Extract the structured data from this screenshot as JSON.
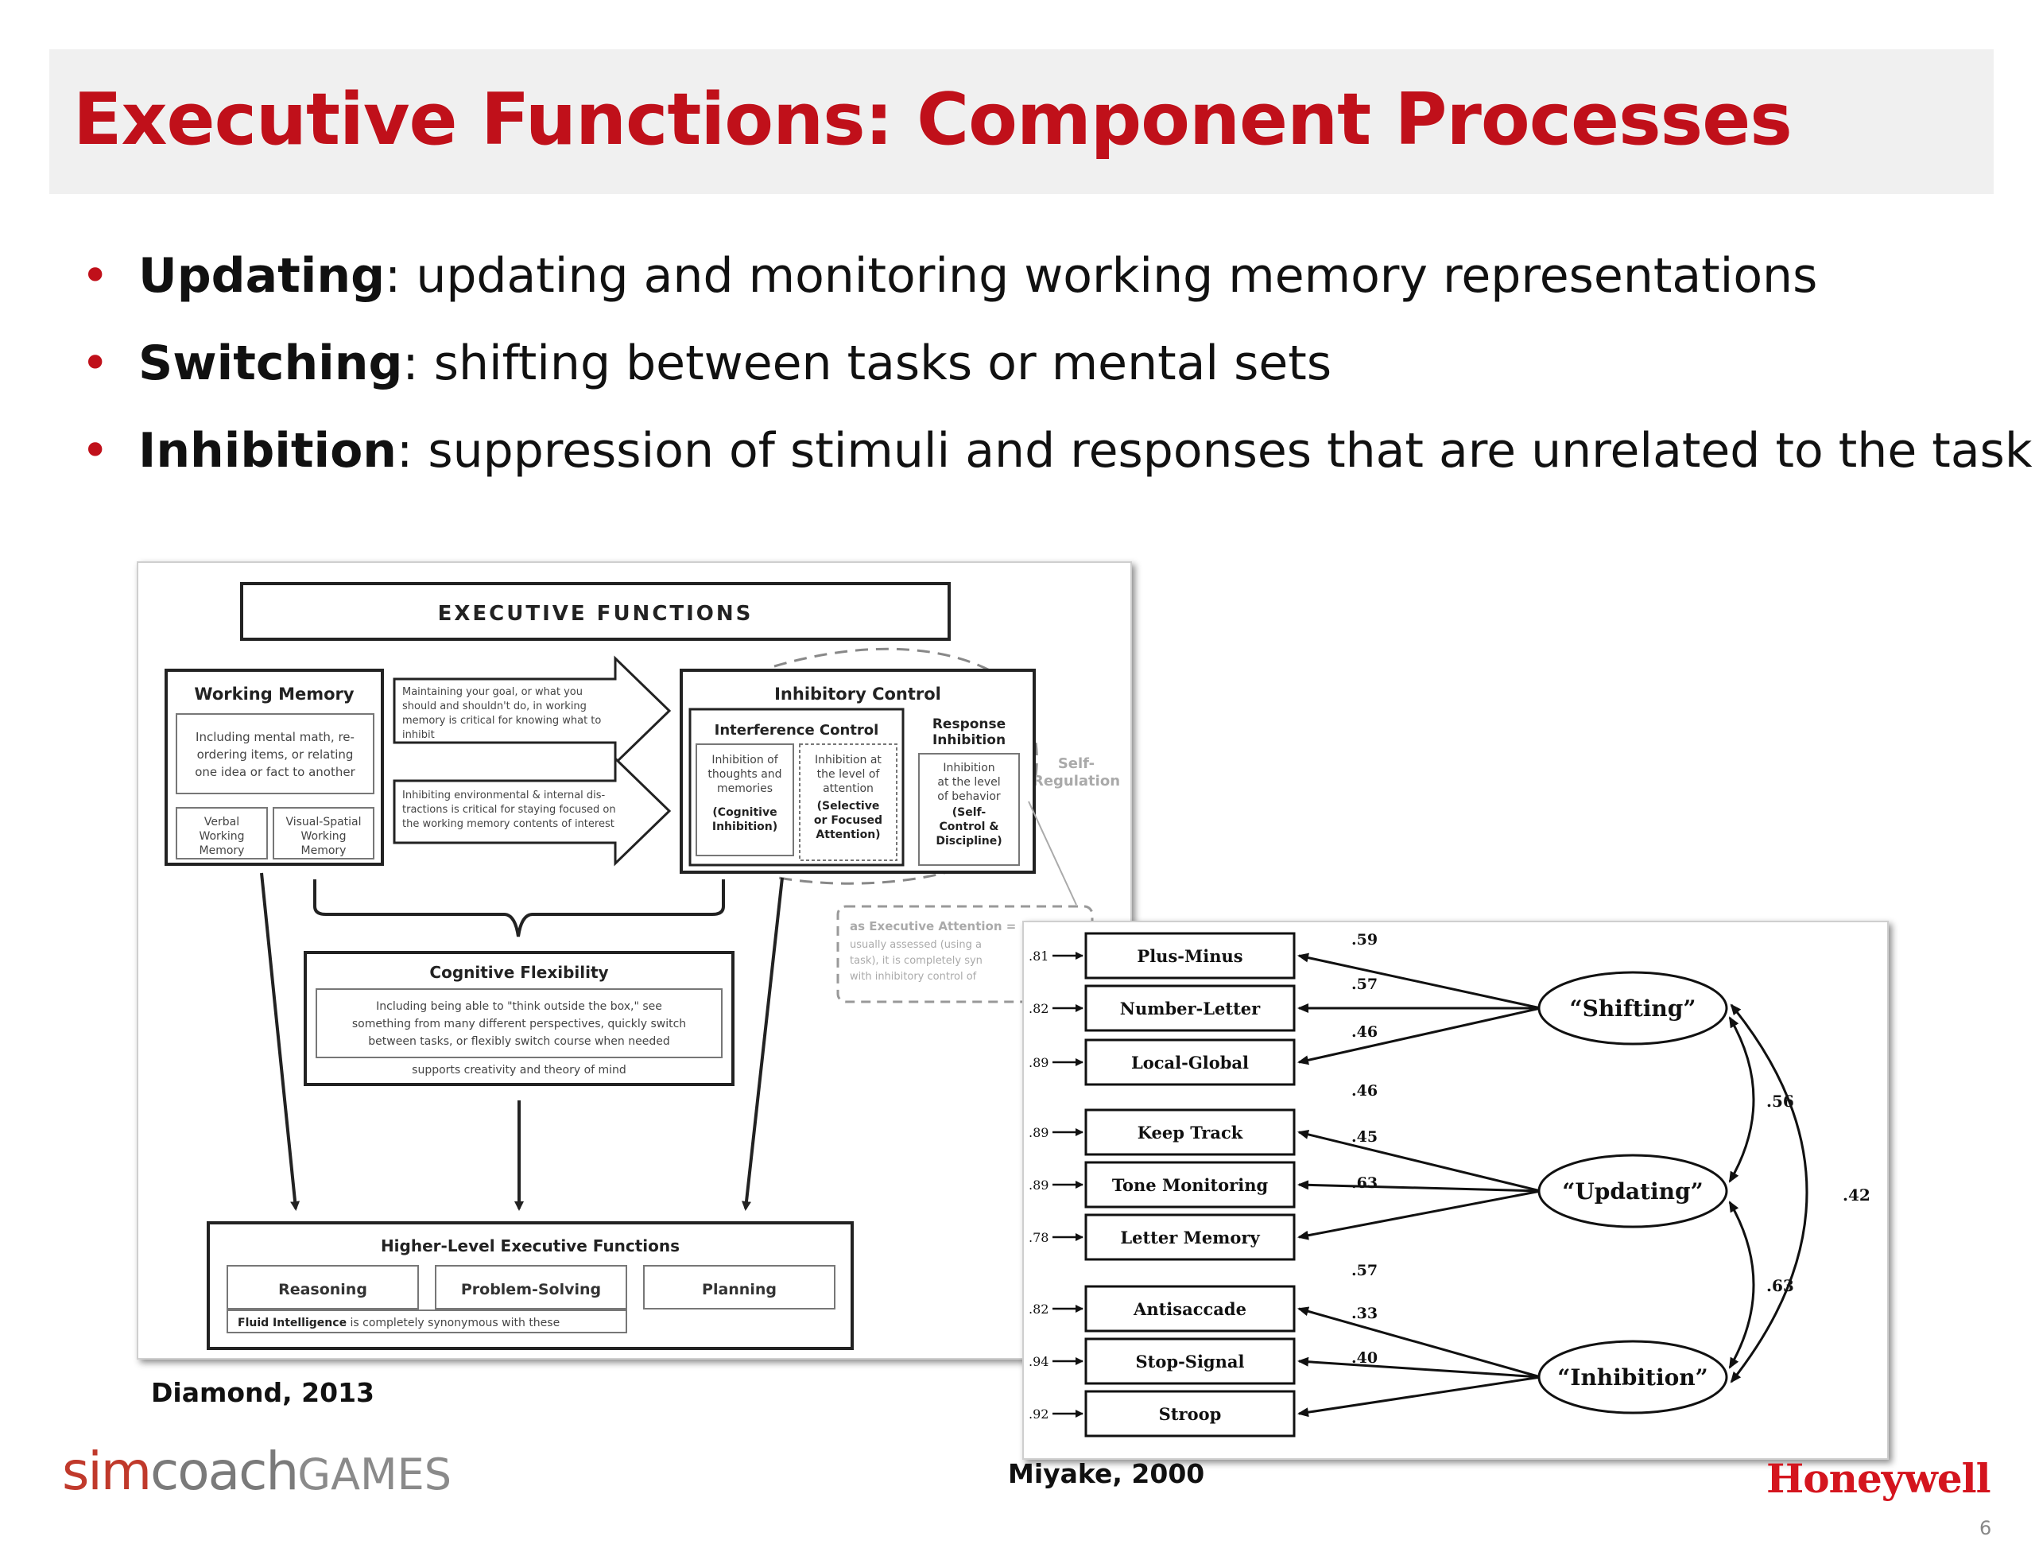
{
  "slide": {
    "title": "Executive Functions: Component Processes",
    "bullets": [
      {
        "term": "Updating",
        "text": ": updating and monitoring working memory representations"
      },
      {
        "term": "Switching",
        "text": ": shifting between tasks or mental sets"
      },
      {
        "term": "Inhibition",
        "text": ": suppression of stimuli and responses that are unrelated to the task"
      }
    ],
    "caption_left": "Diamond, 2013",
    "caption_right": "Miyake,  2000",
    "page_number": "6",
    "colors": {
      "accent": "#c0101a",
      "title_band": "#f0f0f0"
    }
  },
  "logos": {
    "left_sim": "sim",
    "left_coach": "coach",
    "left_games": "GAMES",
    "right": "Honeywell"
  },
  "diamond": {
    "title": "EXECUTIVE FUNCTIONS",
    "working_memory": {
      "title": "Working Memory",
      "desc": [
        "Including mental math, re-",
        "ordering items, or relating",
        "one idea or fact to another"
      ],
      "sub1": [
        "Verbal",
        "Working",
        "Memory"
      ],
      "sub2": [
        "Visual-Spatial",
        "Working",
        "Memory"
      ]
    },
    "arrow1": [
      "Maintaining your goal, or what you",
      "should and shouldn't do, in working",
      "memory is critical for knowing what to",
      "inhibit"
    ],
    "arrow2": [
      "Inhibiting environmental & internal dis-",
      "tractions is critical for staying focused on",
      "the working memory contents of interest"
    ],
    "inhibitory_control": {
      "title": "Inhibitory Control",
      "interference_title": "Interference Control",
      "cog": [
        "Inhibition of",
        "thoughts and",
        "memories",
        "(Cognitive",
        "Inhibition)"
      ],
      "sel": [
        "Inhibition at",
        "the level of",
        "attention",
        "(Selective",
        "or Focused",
        "Attention)"
      ],
      "response_title": [
        "Response",
        "Inhibition"
      ],
      "resp": [
        "Inhibition",
        "at the level",
        "of behavior",
        "(Self-",
        "Control &",
        "Discipline)"
      ]
    },
    "self_regulation": [
      "Self-",
      "Regulation"
    ],
    "exec_attention": [
      "as Executive Attention =",
      "usually assessed (using a",
      "task), it is completely syn",
      "with inhibitory control of"
    ],
    "cognitive_flexibility": {
      "title": "Cognitive Flexibility",
      "desc": [
        "Including being able to \"think outside the box,\" see",
        "something from many different perspectives, quickly switch",
        "between tasks, or flexibly switch course when needed"
      ],
      "note": "supports creativity and theory of mind"
    },
    "higher_level": {
      "title": "Higher-Level Executive Functions",
      "items": [
        "Reasoning",
        "Problem-Solving",
        "Planning"
      ],
      "fluid_bold": "Fluid Intelligence",
      "fluid_rest": " is completely synonymous with these"
    }
  },
  "miyake": {
    "tasks": [
      {
        "name": "Plus-Minus",
        "error": ".81",
        "loading": ".59"
      },
      {
        "name": "Number-Letter",
        "error": ".82",
        "loading": ".57"
      },
      {
        "name": "Local-Global",
        "error": ".89",
        "loading": ".46"
      },
      {
        "name": "Keep Track",
        "error": ".89",
        "loading": ".46"
      },
      {
        "name": "Tone Monitoring",
        "error": ".89",
        "loading": ".45"
      },
      {
        "name": "Letter Memory",
        "error": ".78",
        "loading": ".63"
      },
      {
        "name": "Antisaccade",
        "error": ".82",
        "loading": ".57"
      },
      {
        "name": "Stop-Signal",
        "error": ".94",
        "loading": ".33"
      },
      {
        "name": "Stroop",
        "error": ".92",
        "loading": ".40"
      }
    ],
    "factors": [
      "“Shifting”",
      "“Updating”",
      "“Inhibition”"
    ],
    "correlations": {
      "shift_update": ".56",
      "update_inhib": ".63",
      "shift_inhib": ".42"
    }
  }
}
